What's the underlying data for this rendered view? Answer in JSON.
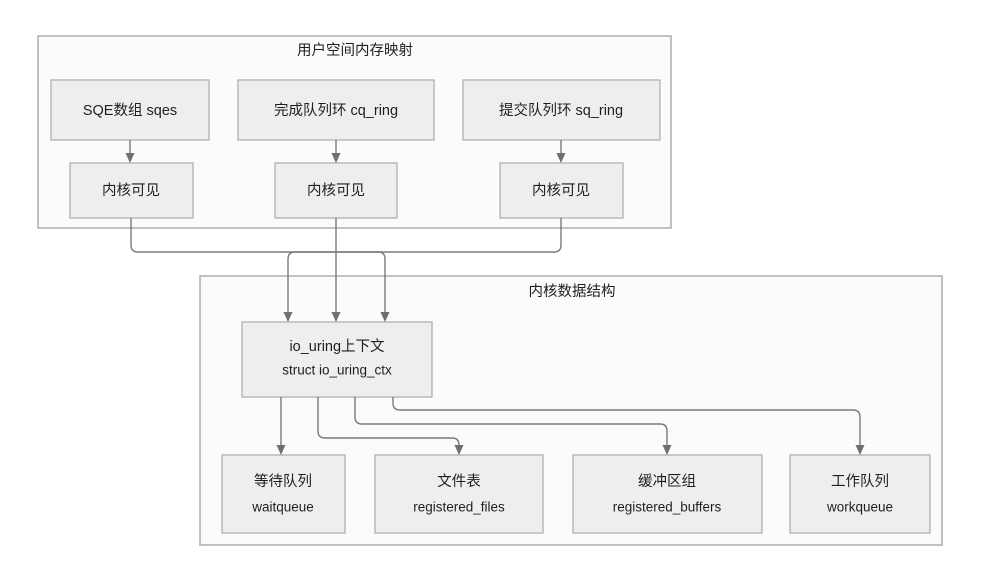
{
  "diagram": {
    "title_userspace": "用户空间内存映射",
    "title_kernel": "内核数据结构",
    "colors": {
      "node_fill": "#eeeeee",
      "node_stroke": "#b0b0b0",
      "group_fill": "#fbfbfb",
      "group_stroke": "#b3b3b3",
      "edge": "#7b7b7b",
      "text": "#1f1f1f",
      "page_background": "#ffffff"
    }
  },
  "userspace": {
    "group_label": "用户空间内存映射",
    "mappings": [
      {
        "source_label": "SQE数组 sqes",
        "kernel_label": "内核可见"
      },
      {
        "source_label": "完成队列环 cq_ring",
        "kernel_label": "内核可见"
      },
      {
        "source_label": "提交队列环 sq_ring",
        "kernel_label": "内核可见"
      }
    ]
  },
  "kernel": {
    "group_label": "内核数据结构",
    "context_node": {
      "line1": "io_uring上下文",
      "line2": "struct io_uring_ctx"
    },
    "children": [
      {
        "line1": "等待队列",
        "line2": "waitqueue"
      },
      {
        "line1": "文件表",
        "line2": "registered_files"
      },
      {
        "line1": "缓冲区组",
        "line2": "registered_buffers"
      },
      {
        "line1": "工作队列",
        "line2": "workqueue"
      }
    ]
  }
}
